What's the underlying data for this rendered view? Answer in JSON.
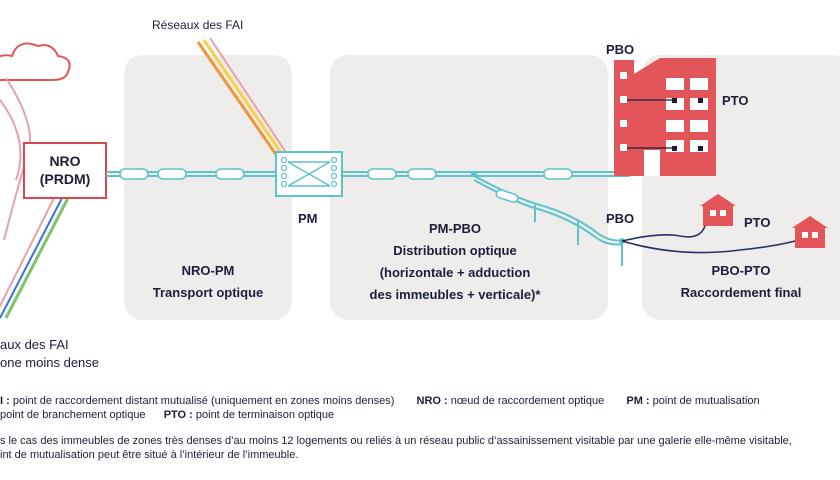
{
  "labels": {
    "fai_top": "Réseaux des FAI",
    "fai_bottom_line1": "aux des FAI",
    "fai_bottom_line2": "one moins dense",
    "nro_line1": "NRO",
    "nro_line2": "(PRDM)",
    "pm": "PM",
    "pbo_building": "PBO",
    "pto_building": "PTO",
    "pbo_houses": "PBO",
    "pto_houses": "PTO"
  },
  "zones": {
    "nro_pm": {
      "line1": "NRO-PM",
      "line2": "Transport optique"
    },
    "pm_pbo": {
      "line1": "PM-PBO",
      "line2": "Distribution optique",
      "line3": "(horizontale + adduction",
      "line4": "des immeubles + verticale)*"
    },
    "pbo_pto": {
      "line1": "PBO-PTO",
      "line2": "Raccordement final"
    }
  },
  "legend": {
    "row1": [
      {
        "term": "I :",
        "def": " point de raccordement distant mutualisé (uniquement en zones moins denses)"
      },
      {
        "term": "NRO :",
        "def": " nœud de raccordement optique"
      },
      {
        "term": "PM :",
        "def": " point de mutualisation"
      }
    ],
    "row2": [
      {
        "term": "",
        "def": "point de branchement optique"
      },
      {
        "term": "PTO :",
        "def": " point de terminaison optique"
      }
    ],
    "note_line1": "s le cas des immeubles de zones très denses d’au moins 12 logements ou reliés à un réseau public d’assainissement visitable par une galerie elle-même visitable,",
    "note_line2": "int de mutualisation peut être situé à l’intérieur de l’immeuble."
  },
  "colors": {
    "zone_bg": "#efedeb",
    "fiber": "#5bc4cb",
    "nro_border": "#d9484e",
    "building": "#e25559",
    "text": "#1d1d3b",
    "fai_orange": "#f0963a",
    "fai_yellow": "#f3d24a",
    "fai_pink": "#e9a0a6",
    "fai_green": "#7cc467",
    "fai_blue": "#3b6fe0",
    "drop_cable": "#2a2f6b"
  }
}
